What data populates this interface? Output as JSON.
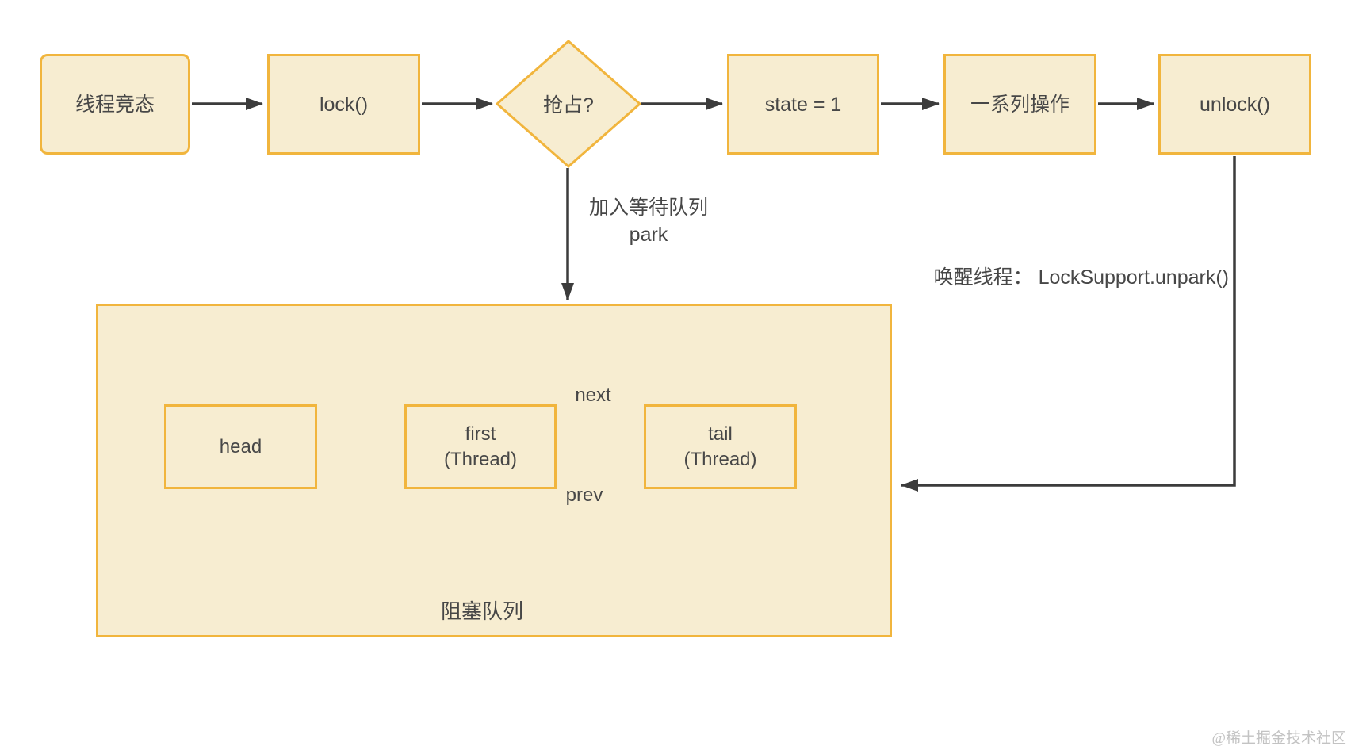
{
  "colors": {
    "node_border": "#F1B53D",
    "node_fill": "#F7EDD1",
    "connector": "#3C3C3C",
    "text": "#474747",
    "watermark": "#C3C3C3",
    "background": "#FFFFFF"
  },
  "flowchart": {
    "start": "线程竞态",
    "lock": "lock()",
    "decision": "抢占?",
    "state": "state = 1",
    "operations": "一系列操作",
    "unlock": "unlock()",
    "enqueue_label_line1": "加入等待队列",
    "enqueue_label_line2": "park",
    "wakeup_label": "唤醒线程： LockSupport.unpark()",
    "queue": {
      "head": "head",
      "first_line1": "first",
      "first_line2": "(Thread)",
      "tail_line1": "tail",
      "tail_line2": "(Thread)",
      "next_label": "next",
      "prev_label": "prev",
      "brace_label": "阻塞队列"
    }
  },
  "watermark": "@稀土掘金技术社区"
}
